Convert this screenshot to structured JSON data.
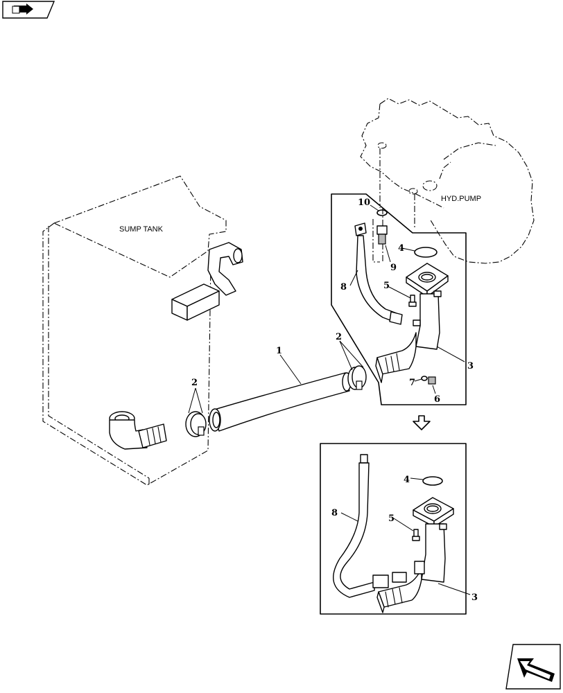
{
  "labels": {
    "sump_tank": "SUMP TANK",
    "hyd_pump": "HYD.PUMP"
  },
  "callouts": {
    "c1": "1",
    "c2a": "2",
    "c2b": "2",
    "c3a": "3",
    "c3b": "3",
    "c4a": "4",
    "c4b": "4",
    "c5a": "5",
    "c5b": "5",
    "c6": "6",
    "c7": "7",
    "c8a": "8",
    "c8b": "8",
    "c9": "9",
    "c10": "10"
  },
  "icons": {
    "top_left": "book-arrow-icon",
    "bottom_right": "next-page-arrow-icon",
    "between_boxes": "down-arrow-icon"
  }
}
